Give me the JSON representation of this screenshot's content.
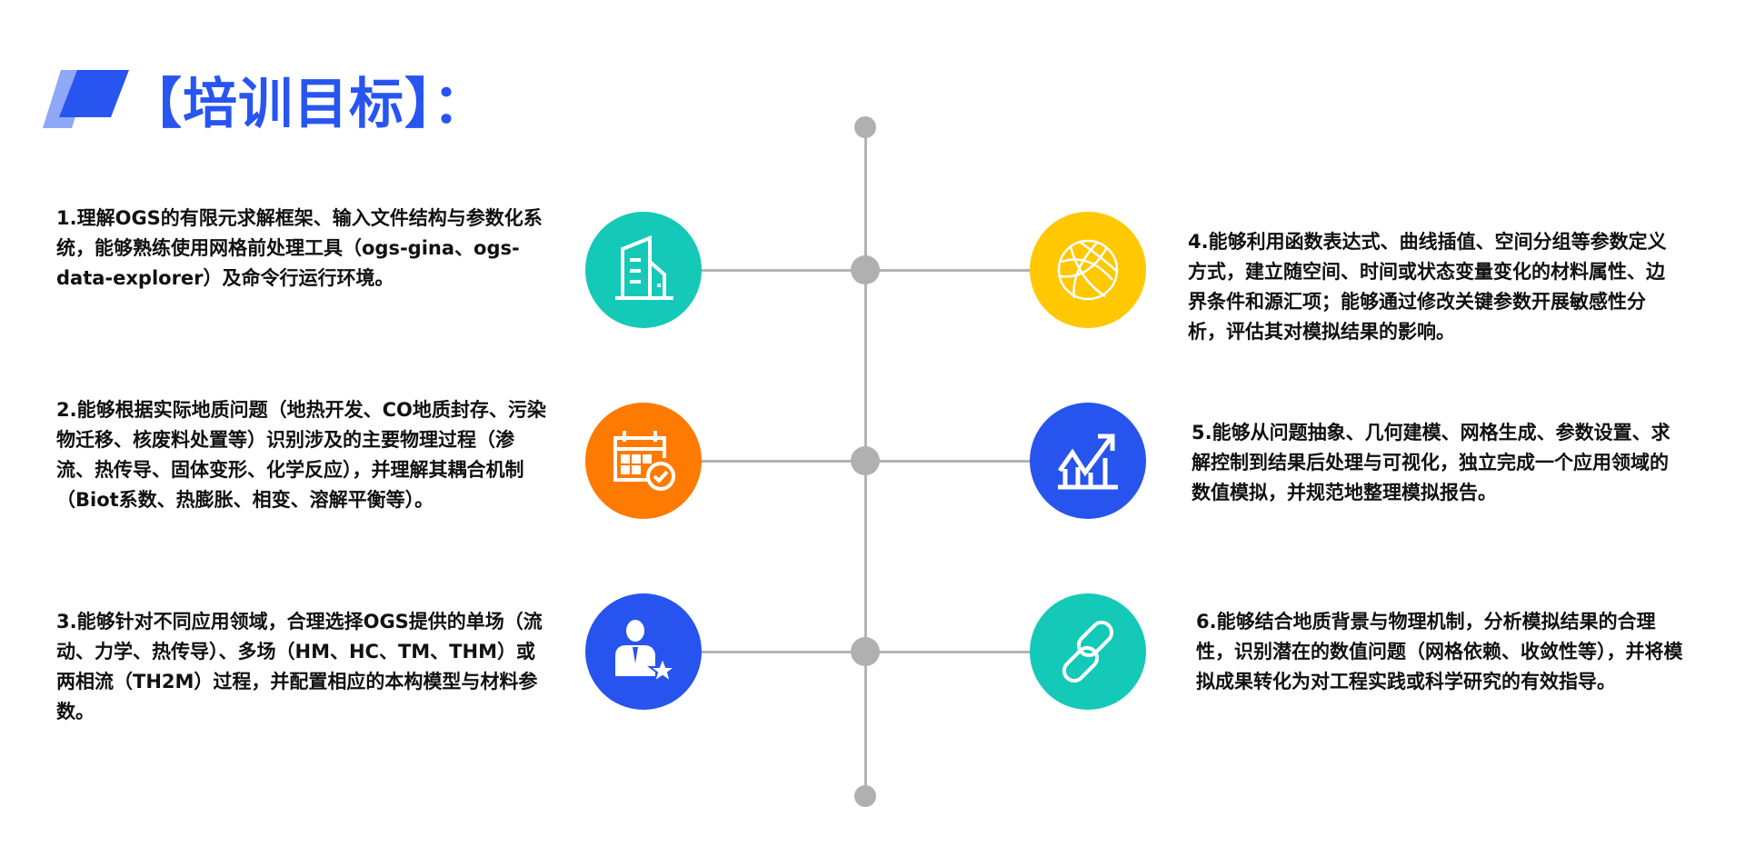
{
  "title": "【培训目标】：",
  "colors": {
    "accent": "#2855F0",
    "teal": "#14C9B8",
    "orange": "#FF7A00",
    "blue": "#2754EE",
    "yellow": "#FFC800",
    "line": "#B3B3B3"
  },
  "goals": [
    {
      "text": "1.理解OGS的有限元求解框架、输入文件结构与参数化系统，能够熟练使用网格前处理工具（ogs-gina、ogs-data-explorer）及命令行运行环境。",
      "icon": "building-icon"
    },
    {
      "text": "2.能够根据实际地质问题（地热开发、CO地质封存、污染物迁移、核废料处置等）识别涉及的主要物理过程（渗流、热传导、固体变形、化学反应），并理解其耦合机制（Biot系数、热膨胀、相变、溶解平衡等）。",
      "icon": "calendar-check-icon"
    },
    {
      "text": "3.能够针对不同应用领域，合理选择OGS提供的单场（流动、力学、热传导）、多场（HM、HC、TM、THM）或两相流（TH2M）过程，并配置相应的本构模型与材料参数。",
      "icon": "person-star-icon"
    },
    {
      "text": "4.能够利用函数表达式、曲线插值、空间分组等参数定义方式，建立随空间、时间或状态变量变化的材料属性、边界条件和源汇项；能够通过修改关键参数开展敏感性分析，评估其对模拟结果的影响。",
      "icon": "globe-icon"
    },
    {
      "text": "5.能够从问题抽象、几何建模、网格生成、参数设置、求解控制到结果后处理与可视化，独立完成一个应用领域的数值模拟，并规范地整理模拟报告。",
      "icon": "chart-up-icon"
    },
    {
      "text": "6.能够结合地质背景与物理机制，分析模拟结果的合理性，识别潜在的数值问题（网格依赖、收敛性等），并将模拟成果转化为对工程实践或科学研究的有效指导。",
      "icon": "link-icon"
    }
  ]
}
